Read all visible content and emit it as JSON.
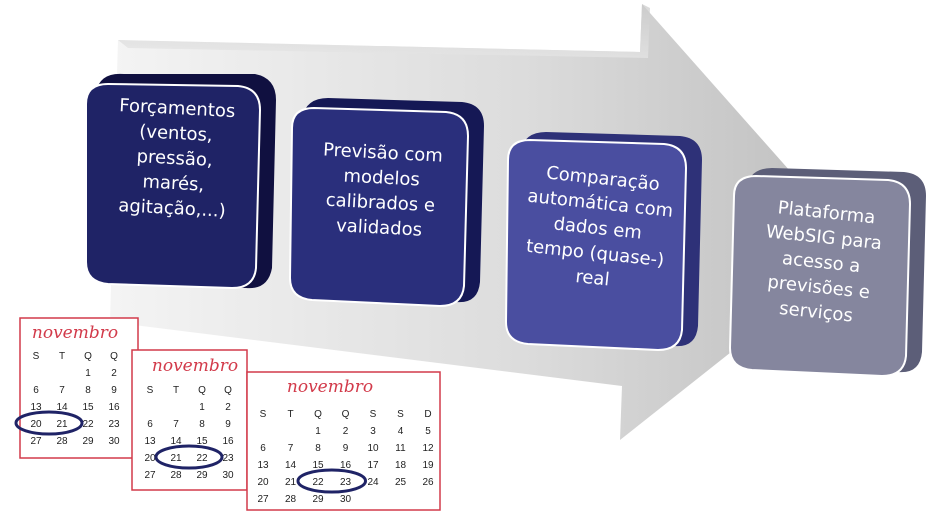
{
  "process": {
    "steps": [
      {
        "lines": [
          "Forçamentos",
          "(ventos,",
          "pressão,",
          "marés,",
          "agitação,...)"
        ],
        "color": "#1f2366"
      },
      {
        "lines": [
          "Previsão com",
          "modelos",
          "calibrados e",
          "validados"
        ],
        "color": "#2a2f7c"
      },
      {
        "lines": [
          "Comparação",
          "automática com",
          "dados em",
          "tempo (quase-)",
          "real"
        ],
        "color": "#4a4ea0"
      },
      {
        "lines": [
          "Plataforma",
          "WebSIG para",
          "acesso a",
          "previsões e",
          "serviços"
        ],
        "color": "#85869e"
      }
    ]
  },
  "calendars": {
    "title": "novembro",
    "cards": [
      {
        "headers": [
          "S",
          "T",
          "Q",
          "Q"
        ],
        "rows": [
          [
            "",
            "",
            "1",
            "2"
          ],
          [
            "6",
            "7",
            "8",
            "9"
          ],
          [
            "13",
            "14",
            "15",
            "16"
          ],
          [
            "20",
            "21",
            "22",
            "23"
          ],
          [
            "27",
            "28",
            "29",
            "30"
          ]
        ],
        "circled": [
          "20",
          "21"
        ]
      },
      {
        "headers": [
          "S",
          "T",
          "Q",
          "Q"
        ],
        "rows": [
          [
            "",
            "",
            "1",
            "2"
          ],
          [
            "6",
            "7",
            "8",
            "9"
          ],
          [
            "13",
            "14",
            "15",
            "16"
          ],
          [
            "20",
            "21",
            "22",
            "23"
          ],
          [
            "27",
            "28",
            "29",
            "30"
          ]
        ],
        "circled": [
          "21",
          "22"
        ]
      },
      {
        "headers": [
          "S",
          "T",
          "Q",
          "Q",
          "S",
          "S",
          "D"
        ],
        "rows": [
          [
            "",
            "",
            "1",
            "2",
            "3",
            "4",
            "5"
          ],
          [
            "6",
            "7",
            "8",
            "9",
            "10",
            "11",
            "12"
          ],
          [
            "13",
            "14",
            "15",
            "16",
            "17",
            "18",
            "19"
          ],
          [
            "20",
            "21",
            "22",
            "23",
            "24",
            "25",
            "26"
          ],
          [
            "27",
            "28",
            "29",
            "30",
            "",
            "",
            ""
          ]
        ],
        "circled": [
          "22",
          "23"
        ]
      }
    ]
  }
}
